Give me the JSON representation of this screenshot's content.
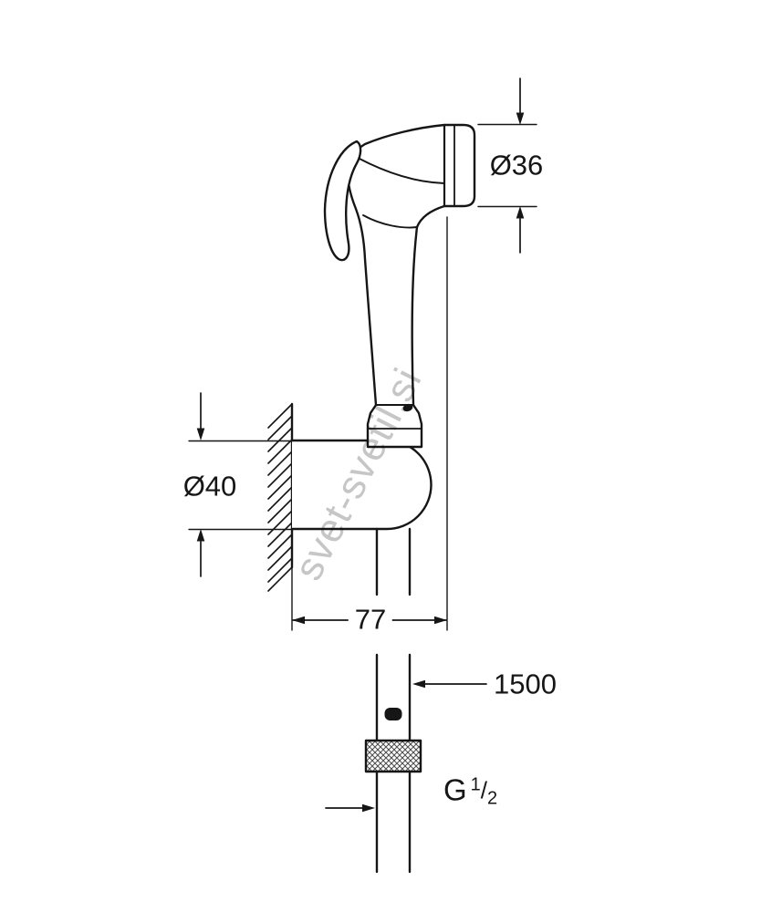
{
  "drawing": {
    "labels": {
      "dia_head": "Ø36",
      "dia_holder": "Ø40",
      "wall_distance": "77",
      "hose_length": "1500",
      "thread_prefix": "G",
      "thread_numerator": "1",
      "thread_slash": "/",
      "thread_denominator": "2"
    },
    "watermark": "svet-svetil.si",
    "colors": {
      "line": "#161616",
      "background": "#ffffff",
      "watermark": "#c6c6c6"
    }
  }
}
